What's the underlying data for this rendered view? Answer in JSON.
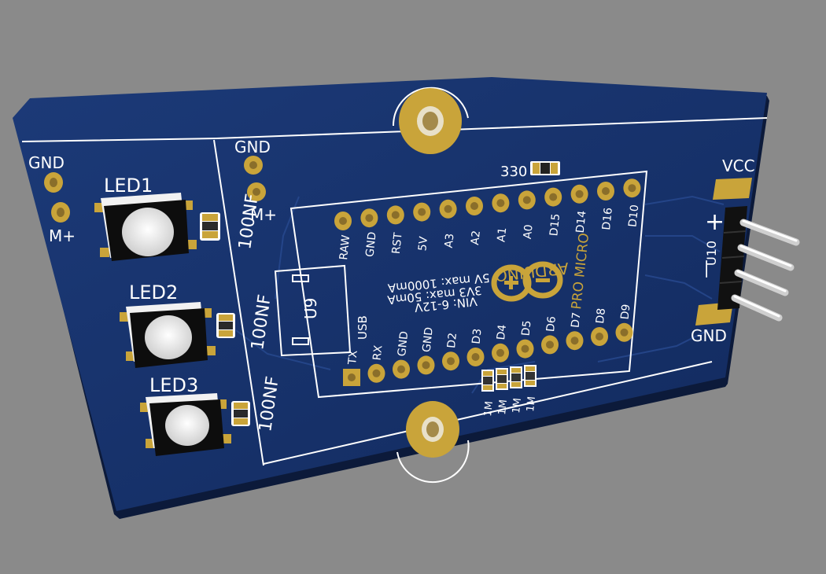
{
  "colors": {
    "background": "#8a8a8a",
    "pcb": "#1e3c78",
    "silkscreen": "#ffffff",
    "copper_pad": "#c9a43a"
  },
  "labels": {
    "left_gnd": "GND",
    "left_mplus": "M+",
    "mid_gnd": "GND",
    "mid_mplus": "M+",
    "led1": "LED1",
    "led2": "LED2",
    "led3": "LED3",
    "cap1": "100NF",
    "cap2": "100NF",
    "cap3": "100NF",
    "res330": "330",
    "vcc": "VCC",
    "gnd_right": "GND",
    "u10": "U10",
    "plus": "+",
    "minus": "—",
    "u9": "U9",
    "usb": "USB",
    "arduino": "ARDUINO",
    "pro_micro": "PRO MICRO",
    "spec1": "VIN: 6-12V",
    "spec2": "3V3 max: 50mA",
    "spec3": "5V max: 1000mA",
    "res_1m": [
      "1M",
      "1M",
      "1M",
      "1M"
    ]
  },
  "pins_top": [
    "RAW",
    "GND",
    "RST",
    "5V",
    "A3",
    "A2",
    "A1",
    "A0",
    "D15",
    "D14",
    "D16",
    "D10"
  ],
  "pins_bottom": [
    "TX",
    "RX",
    "GND",
    "GND",
    "D2",
    "D3",
    "D4",
    "D5",
    "D6",
    "D7",
    "D8",
    "D9"
  ]
}
